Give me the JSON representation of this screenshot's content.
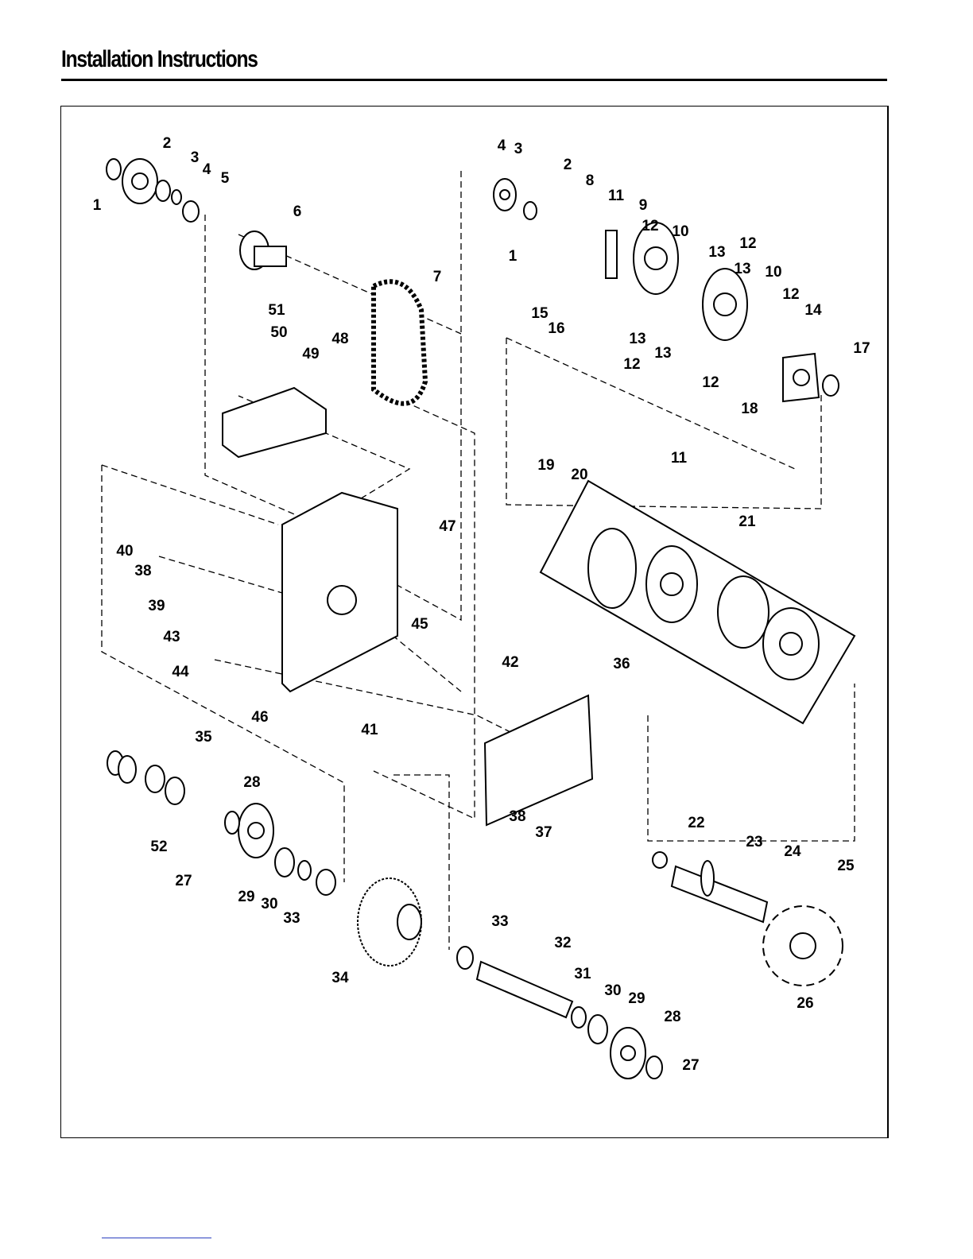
{
  "header": {
    "title": "Installation Instructions"
  },
  "diagram": {
    "callouts": [
      "2",
      "3",
      "4",
      "5",
      "1",
      "6",
      "7",
      "51",
      "50",
      "48",
      "49",
      "4",
      "3",
      "2",
      "8",
      "11",
      "9",
      "1",
      "12",
      "10",
      "13",
      "12",
      "13",
      "10",
      "15",
      "16",
      "12",
      "14",
      "13",
      "12",
      "13",
      "17",
      "12",
      "18",
      "19",
      "20",
      "11",
      "21",
      "47",
      "40",
      "38",
      "39",
      "45",
      "43",
      "44",
      "42",
      "36",
      "46",
      "41",
      "35",
      "28",
      "52",
      "27",
      "29",
      "30",
      "33",
      "38",
      "37",
      "22",
      "23",
      "24",
      "25",
      "34",
      "33",
      "32",
      "31",
      "30",
      "29",
      "28",
      "27",
      "26"
    ]
  }
}
